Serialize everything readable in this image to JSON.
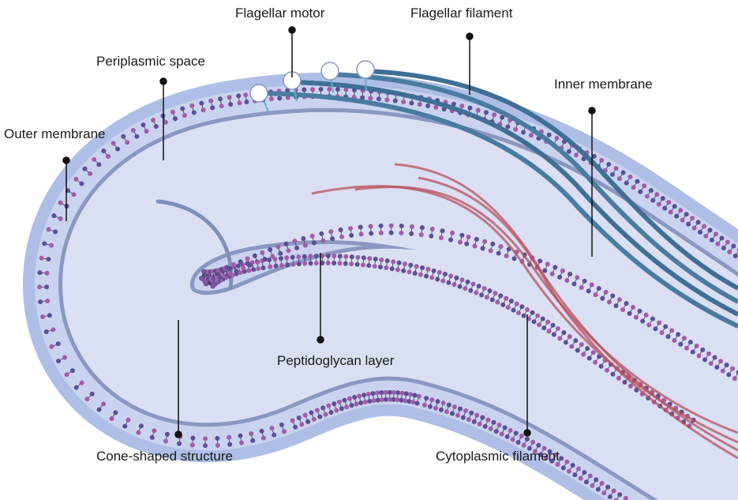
{
  "labels": {
    "flagellar_motor": "Flagellar motor",
    "flagellar_filament": "Flagellar filament",
    "periplasmic_space": "Periplasmic space",
    "inner_membrane": "Inner membrane",
    "outer_membrane": "Outer membrane",
    "peptidoglycan_layer": "Peptidoglycan layer",
    "cone_shaped_structure": "Cone-shaped structure",
    "cytoplasmic_filament": "Cytoplasmic filament"
  },
  "colors": {
    "outer_membrane": "#aebee6",
    "periplasm": "#c9d3ef",
    "cytoplasm": "#dadff3",
    "inner_membrane": "#8a97c0",
    "peptidoglycan_bead_dark": "#5b4f95",
    "peptidoglycan_bead_light": "#a35ca8",
    "flagellar_filament": "#3f6f95",
    "cytoplasmic_filament": "#b8505e",
    "cone_structure": "#7f8fb9",
    "motor_fill": "#ffffff"
  }
}
